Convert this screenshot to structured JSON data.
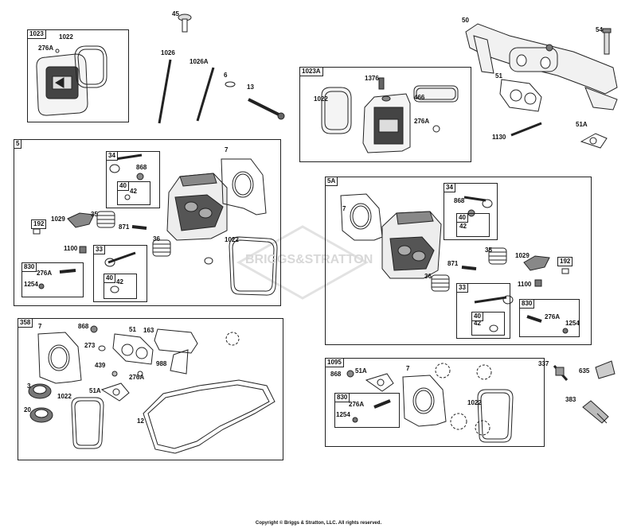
{
  "watermark": "BRIGGS&STRATTON",
  "copyright": "Copyright © Briggs & Stratton, LLC. All rights reserved.",
  "kits": {
    "k1023": {
      "tab": "1023",
      "labels": [
        "1022",
        "276A"
      ]
    },
    "k1023A": {
      "tab": "1023A",
      "labels": [
        "1376",
        "466",
        "1022",
        "276A"
      ]
    },
    "k5": {
      "tab": "5",
      "labels": [
        "34",
        "868",
        "40",
        "42",
        "7",
        "192",
        "1029",
        "35",
        "871",
        "36",
        "1022",
        "1100",
        "33",
        "40",
        "42",
        "830",
        "276A",
        "1254"
      ]
    },
    "k5A": {
      "tab": "5A",
      "labels": [
        "34",
        "868",
        "40",
        "42",
        "7",
        "35",
        "1029",
        "192",
        "871",
        "36",
        "1100",
        "33",
        "40",
        "42",
        "830",
        "276A",
        "1254"
      ]
    },
    "k358": {
      "tab": "358",
      "labels": [
        "7",
        "868",
        "51",
        "163",
        "273",
        "439",
        "988",
        "276A",
        "3",
        "1022",
        "51A",
        "20",
        "12"
      ]
    },
    "k1095": {
      "tab": "1095",
      "labels": [
        "868",
        "51A",
        "7",
        "830",
        "276A",
        "1022",
        "1254"
      ]
    }
  },
  "loose_parts": [
    "45",
    "1026",
    "1026A",
    "6",
    "13",
    "50",
    "54",
    "51",
    "1130",
    "51A",
    "337",
    "635",
    "383"
  ]
}
